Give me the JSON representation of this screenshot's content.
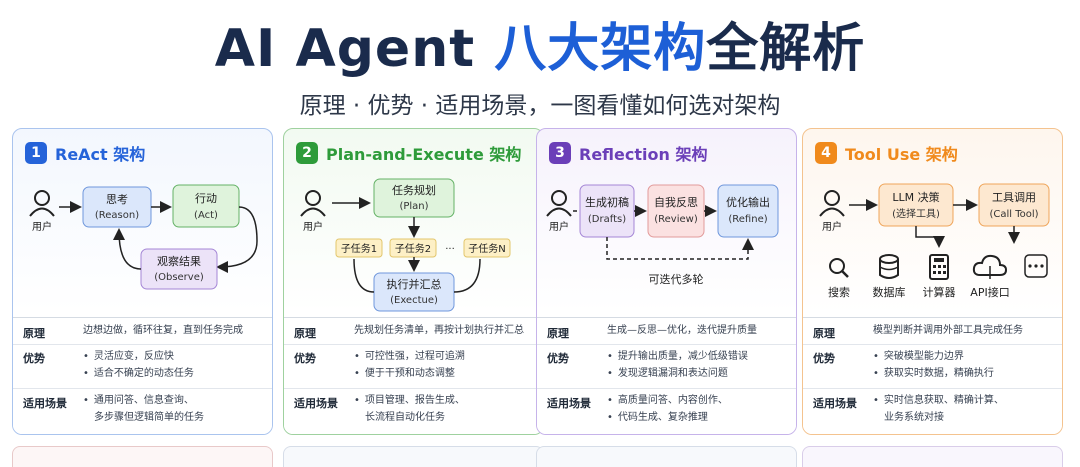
{
  "title": {
    "part1": "AI Agent ",
    "part2": "八大架构",
    "part3": "全解析"
  },
  "subtitle": "原理 · 优势 · 适用场景，一图看懂如何选对架构",
  "colors": {
    "blue": "#2563d9",
    "green": "#2e9b3a",
    "purple": "#6b3fb8",
    "orange": "#f08a1c"
  },
  "cards": [
    {
      "num": "1",
      "name": "ReAct 架构",
      "user": "用户",
      "nodes": {
        "think": "思考",
        "think_en": "(Reason)",
        "act": "行动",
        "act_en": "(Act)",
        "obs": "观察结果",
        "obs_en": "(Observe)"
      },
      "rows": {
        "principle_label": "原理",
        "principle": "边想边做，循环往复，直到任务完成",
        "adv_label": "优势",
        "adv": [
          "灵活应变，反应快",
          "适合不确定的动态任务"
        ],
        "scene_label": "适用场景",
        "scene": [
          "通用问答、信息查询、",
          "多步骤但逻辑简单的任务"
        ]
      }
    },
    {
      "num": "2",
      "name": "Plan-and-Execute 架构",
      "user": "用户",
      "nodes": {
        "plan": "任务规划",
        "plan_en": "(Plan)",
        "sub1": "子任务1",
        "sub2": "子任务2",
        "dots": "···",
        "subn": "子任务N",
        "exec": "执行并汇总",
        "exec_en": "(Exectue)"
      },
      "rows": {
        "principle_label": "原理",
        "principle": "先规划任务清单，再按计划执行并汇总",
        "adv_label": "优势",
        "adv": [
          "可控性强，过程可追溯",
          "便于干预和动态调整"
        ],
        "scene_label": "适用场景",
        "scene": [
          "项目管理、报告生成、",
          "长流程自动化任务"
        ]
      }
    },
    {
      "num": "3",
      "name": "Reflection 架构",
      "user": "用户",
      "nodes": {
        "draft": "生成初稿",
        "draft_en": "(Drafts)",
        "review": "自我反思",
        "review_en": "(Review)",
        "refine": "优化输出",
        "refine_en": "(Refine)",
        "loop": "可迭代多轮"
      },
      "rows": {
        "principle_label": "原理",
        "principle": "生成—反思—优化，迭代提升质量",
        "adv_label": "优势",
        "adv": [
          "提升输出质量，减少低级错误",
          "发现逻辑漏洞和表达问题"
        ],
        "scene_label": "适用场景",
        "scene": [
          "高质量问答、内容创作、",
          "代码生成、复杂推理"
        ]
      }
    },
    {
      "num": "4",
      "name": "Tool Use 架构",
      "user": "用户",
      "nodes": {
        "llm": "LLM 决策",
        "llm_en": "(选择工具)",
        "tool": "工具调用",
        "tool_en": "(Call Tool)"
      },
      "tools": [
        "搜索",
        "数据库",
        "计算器",
        "API接口"
      ],
      "rows": {
        "principle_label": "原理",
        "principle": "模型判断并调用外部工具完成任务",
        "adv_label": "优势",
        "adv": [
          "突破模型能力边界",
          "获取实时数据，精确执行"
        ],
        "scene_label": "适用场景",
        "scene": [
          "实时信息获取、精确计算、",
          "业务系统对接"
        ]
      }
    }
  ]
}
